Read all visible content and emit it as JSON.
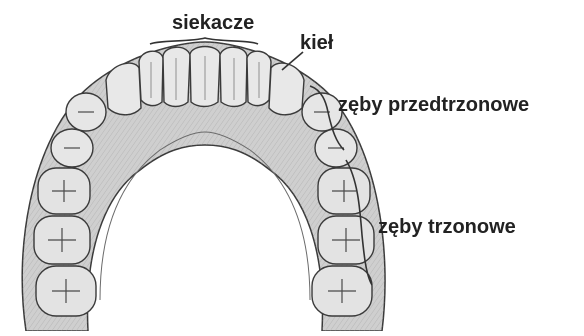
{
  "labels": {
    "incisors": "siekacze",
    "canine": "kieł",
    "premolars": "zęby przedtrzonowe",
    "molars": "zęby trzonowe"
  },
  "colors": {
    "background": "#ffffff",
    "text": "#222222",
    "tooth": "#e6e6e6",
    "gum": "#c9c9c9",
    "outline": "#3a3a3a"
  }
}
